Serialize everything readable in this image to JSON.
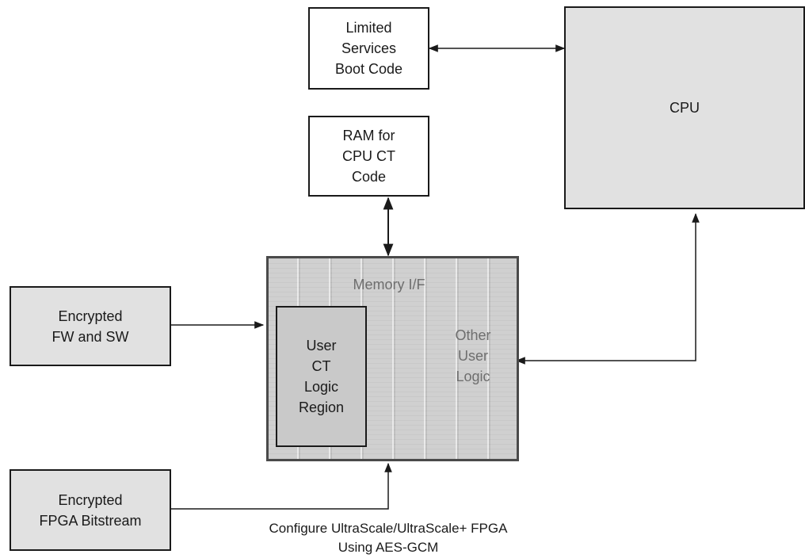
{
  "boxes": {
    "boot_code": "Limited\nServices\nBoot Code",
    "cpu": "CPU",
    "ram": "RAM for\nCPU CT\nCode",
    "fw_sw": "Encrypted\nFW and SW",
    "bitstream": "Encrypted\nFPGA Bitstream"
  },
  "fpga": {
    "memory_if": "Memory I/F",
    "user_ct": "User\nCT\nLogic\nRegion",
    "other_logic": "Other\nUser\nLogic"
  },
  "config_note": "Configure UltraScale/UltraScale+ FPGA\nUsing AES-GCM",
  "colors": {
    "box_fill_grey": "#e1e1e1",
    "line": "#1a1a1a",
    "fpga_text": "#6e6e6e"
  }
}
